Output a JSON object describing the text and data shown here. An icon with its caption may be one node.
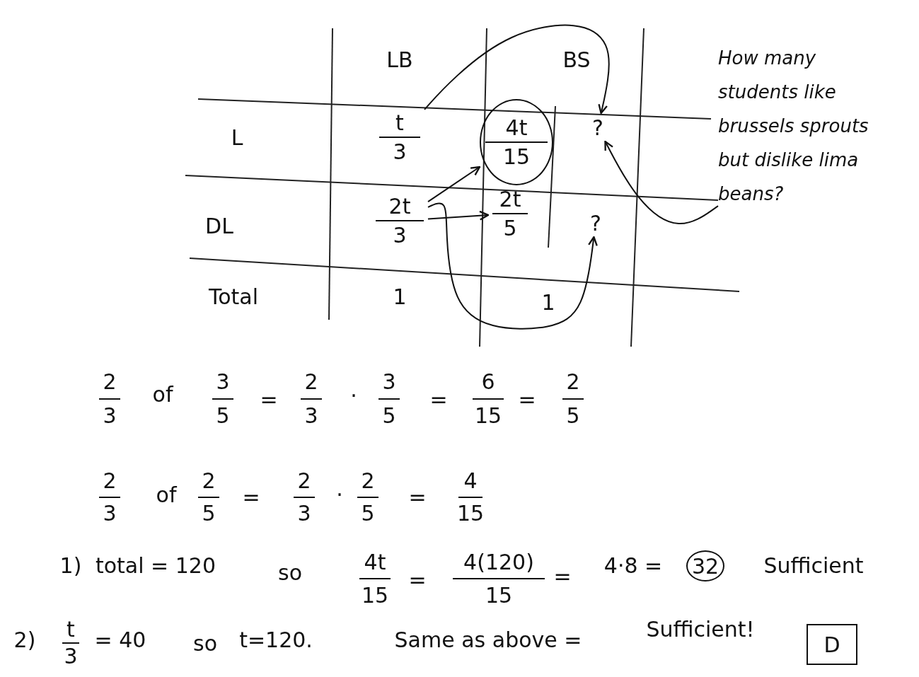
{
  "diagram": {
    "nodes": [
      {
        "text": [
          "t",
          "3"
        ]
      },
      {
        "text": [
          "4t",
          "15"
        ]
      },
      {
        "text": [
          "?"
        ]
      },
      {
        "text": [
          "2t",
          "3"
        ]
      },
      {
        "text": [
          "2t",
          "5"
        ]
      },
      {
        "text": [
          "?"
        ]
      },
      {
        "text": [
          "How many students like brussels sprouts but dislike lima beans?"
        ]
      },
      {
        "text": [
          "D"
        ]
      },
      {
        "text": [
          "32"
        ]
      }
    ],
    "edges": [
      {
        "from": 0,
        "to": 2,
        "arrow": "to"
      },
      {
        "from": 3,
        "to": 1,
        "arrow": "to"
      },
      {
        "from": 3,
        "to": 4,
        "arrow": "to"
      },
      {
        "from": 3,
        "to": 5,
        "arrow": "to"
      },
      {
        "from": 6,
        "to": 2,
        "arrow": "to"
      }
    ],
    "labels": [
      "LB",
      "BS",
      "L",
      "DL",
      "Total",
      "1",
      "1",
      "2",
      "3",
      "of",
      "3",
      "5",
      "=",
      "2",
      "3",
      "·",
      "3",
      "5",
      "=",
      "6",
      "15",
      "=",
      "2",
      "5",
      "2",
      "3",
      "of",
      "2",
      "5",
      "=",
      "2",
      "3",
      "·",
      "2",
      "5",
      "=",
      "4",
      "15",
      "1)",
      "total = 120",
      "so",
      "4t",
      "15",
      "=",
      "4(120)",
      "15",
      "=",
      "4·8 =",
      "Sufficient",
      "2)",
      "t",
      "3",
      "= 40",
      "so",
      "t=120.",
      "Same as above =",
      "Sufficient!"
    ]
  }
}
